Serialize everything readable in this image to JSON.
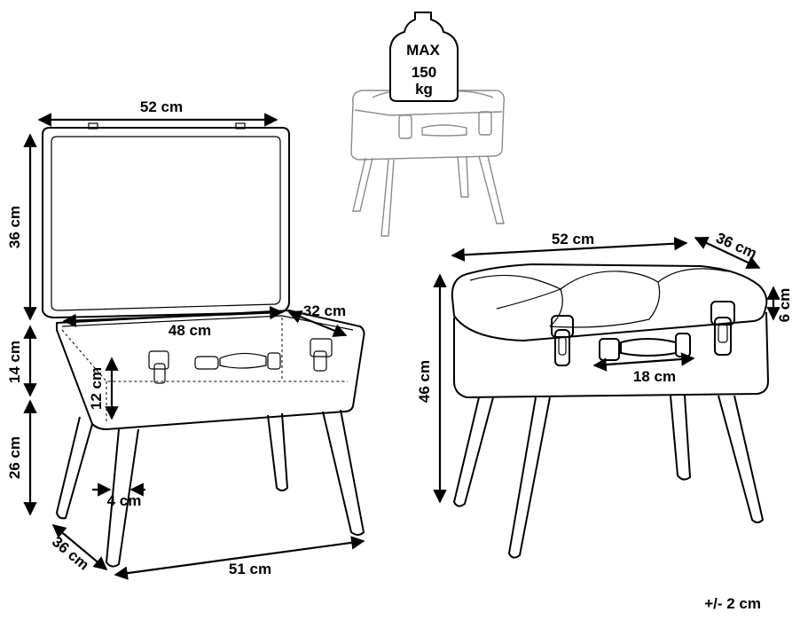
{
  "dimensions": {
    "open_width_top": "52 cm",
    "lid_height": "36 cm",
    "box_height": "14 cm",
    "leg_height": "26 cm",
    "inner_width": "48 cm",
    "inner_depth": "32 cm",
    "inner_height": "12 cm",
    "leg_inset": "4 cm",
    "depth_base": "36 cm",
    "base_width": "51 cm",
    "closed_width": "52 cm",
    "closed_depth": "36 cm",
    "cushion_height": "6 cm",
    "total_height": "46 cm",
    "handle_width": "18 cm"
  },
  "weight_badge": {
    "line1": "MAX",
    "line2": "150",
    "line3": "kg"
  },
  "tolerance": "+/- 2 cm"
}
